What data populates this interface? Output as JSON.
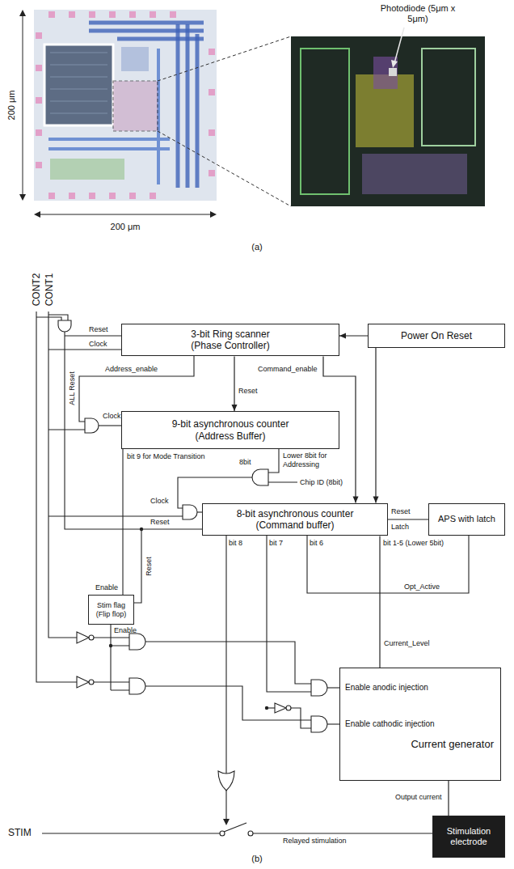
{
  "diagram": {
    "nodes": [
      {
        "text": [
          "3-bit Ring scanner (Phase Controller)"
        ]
      },
      {
        "text": [
          "Power On Reset"
        ]
      },
      {
        "text": [
          "9-bit asynchronous counter (Address Buffer)"
        ]
      },
      {
        "text": [
          "8-bit asynchronous counter (Command buffer)"
        ]
      },
      {
        "text": [
          "APS with latch"
        ]
      },
      {
        "text": [
          "Stim flag (Flip flop)"
        ]
      },
      {
        "text": [
          "Enable anodic injection",
          "Enable cathodic injection",
          "Current generator"
        ]
      },
      {
        "text": [
          "Stimulation electrode"
        ]
      }
    ],
    "edges": [
      {
        "from": 1,
        "to": 0,
        "arrow": "to"
      },
      {
        "from": 1,
        "to": 3,
        "arrow": "to"
      },
      {
        "from": 0,
        "to": 2,
        "label": "Reset",
        "arrow": "to"
      },
      {
        "from": 0,
        "to": 3,
        "label": "Command_enable",
        "arrow": "to"
      },
      {
        "from": 4,
        "to": 3,
        "arrow": "none"
      },
      {
        "from": 3,
        "to": 6,
        "label": "Current_Level",
        "arrow": "none"
      },
      {
        "from": 6,
        "to": 7,
        "label": "Output current",
        "arrow": "none"
      }
    ],
    "labels": [
      "200 μm",
      "Photodiode (5μm x 5μm)",
      "200 μm",
      "(a)",
      "CONT1",
      "CONT2",
      "Reset",
      "Clock",
      "ALL Reset",
      "Address_enable",
      "Clock",
      "bit 9 for Mode Transition",
      "Lower 8bit for Addressing",
      "8bit",
      "Chip ID (8bit)",
      "Clock",
      "Reset",
      "Reset",
      "Latch",
      "bit 8",
      "bit 7",
      "bit 6",
      "bit 1-5 (Lower 5bit)",
      "Enable",
      "Reset",
      "Enable",
      "Opt_Active",
      "STIM",
      "Relayed stimulation",
      "(b)"
    ]
  }
}
